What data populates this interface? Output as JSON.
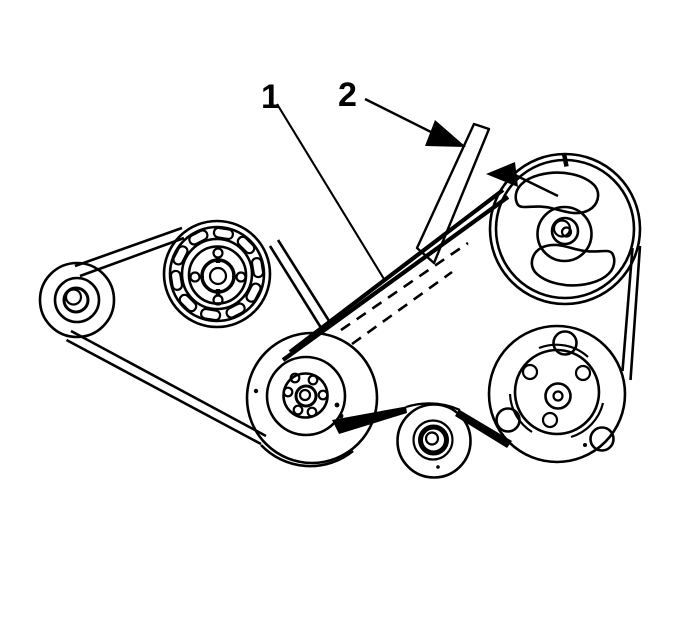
{
  "figure": {
    "background_color": "#ffffff",
    "ink_color": "#000000",
    "description": "Black-and-white engine accessory drive belt routing line diagram with six pulleys, a drive belt (solid and dashed runs), an indicator tube crossing the belt, and two numbered callouts with leader lines and solid arrowheads"
  },
  "callouts": [
    {
      "label": "1",
      "points_to": "drive-belt"
    },
    {
      "label": "2",
      "points_to": "indicator-tube"
    }
  ]
}
